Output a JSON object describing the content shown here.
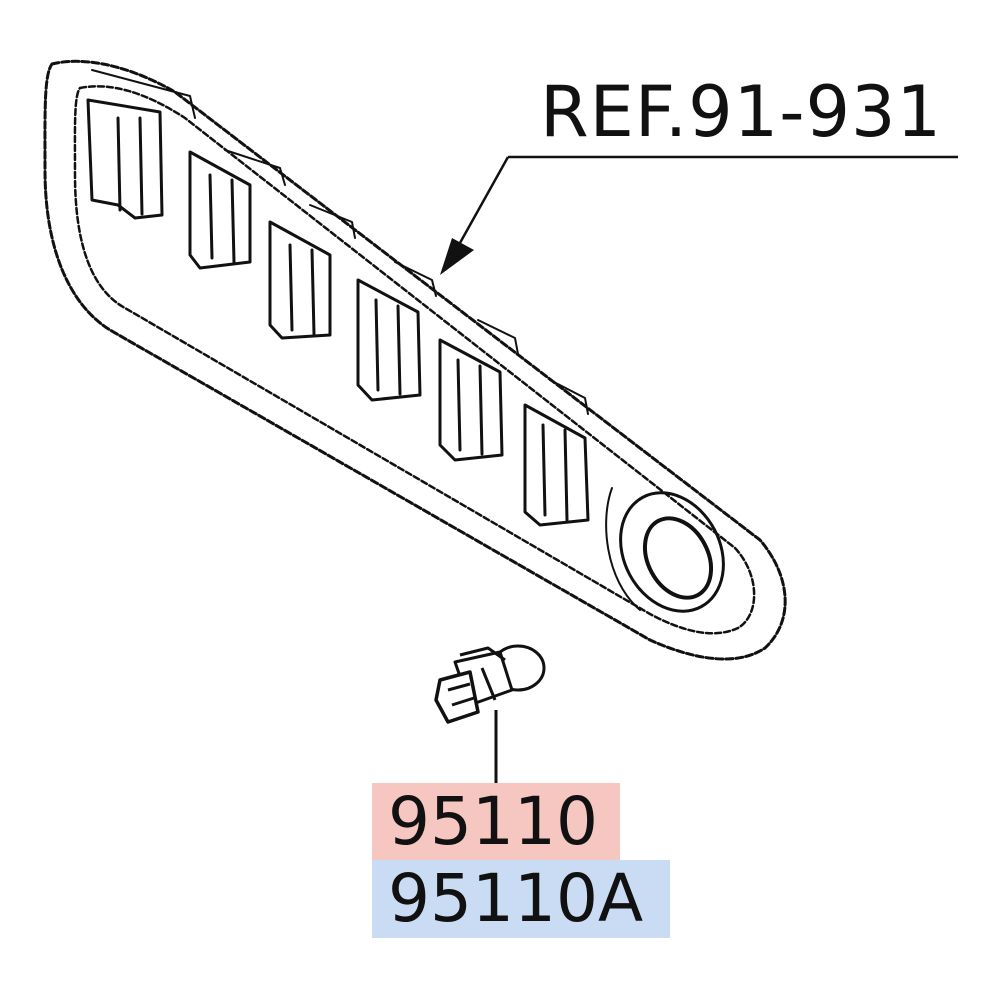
{
  "reference": {
    "label": "REF.91-931"
  },
  "parts": [
    {
      "number": "95110",
      "highlight": "#f6c6c1"
    },
    {
      "number": "95110A",
      "highlight": "#c9dcf4"
    }
  ],
  "colors": {
    "line": "#111111",
    "background": "#ffffff"
  },
  "icons": {
    "assembly": "vent-grille-panel-icon",
    "component": "bulb-socket-icon"
  }
}
